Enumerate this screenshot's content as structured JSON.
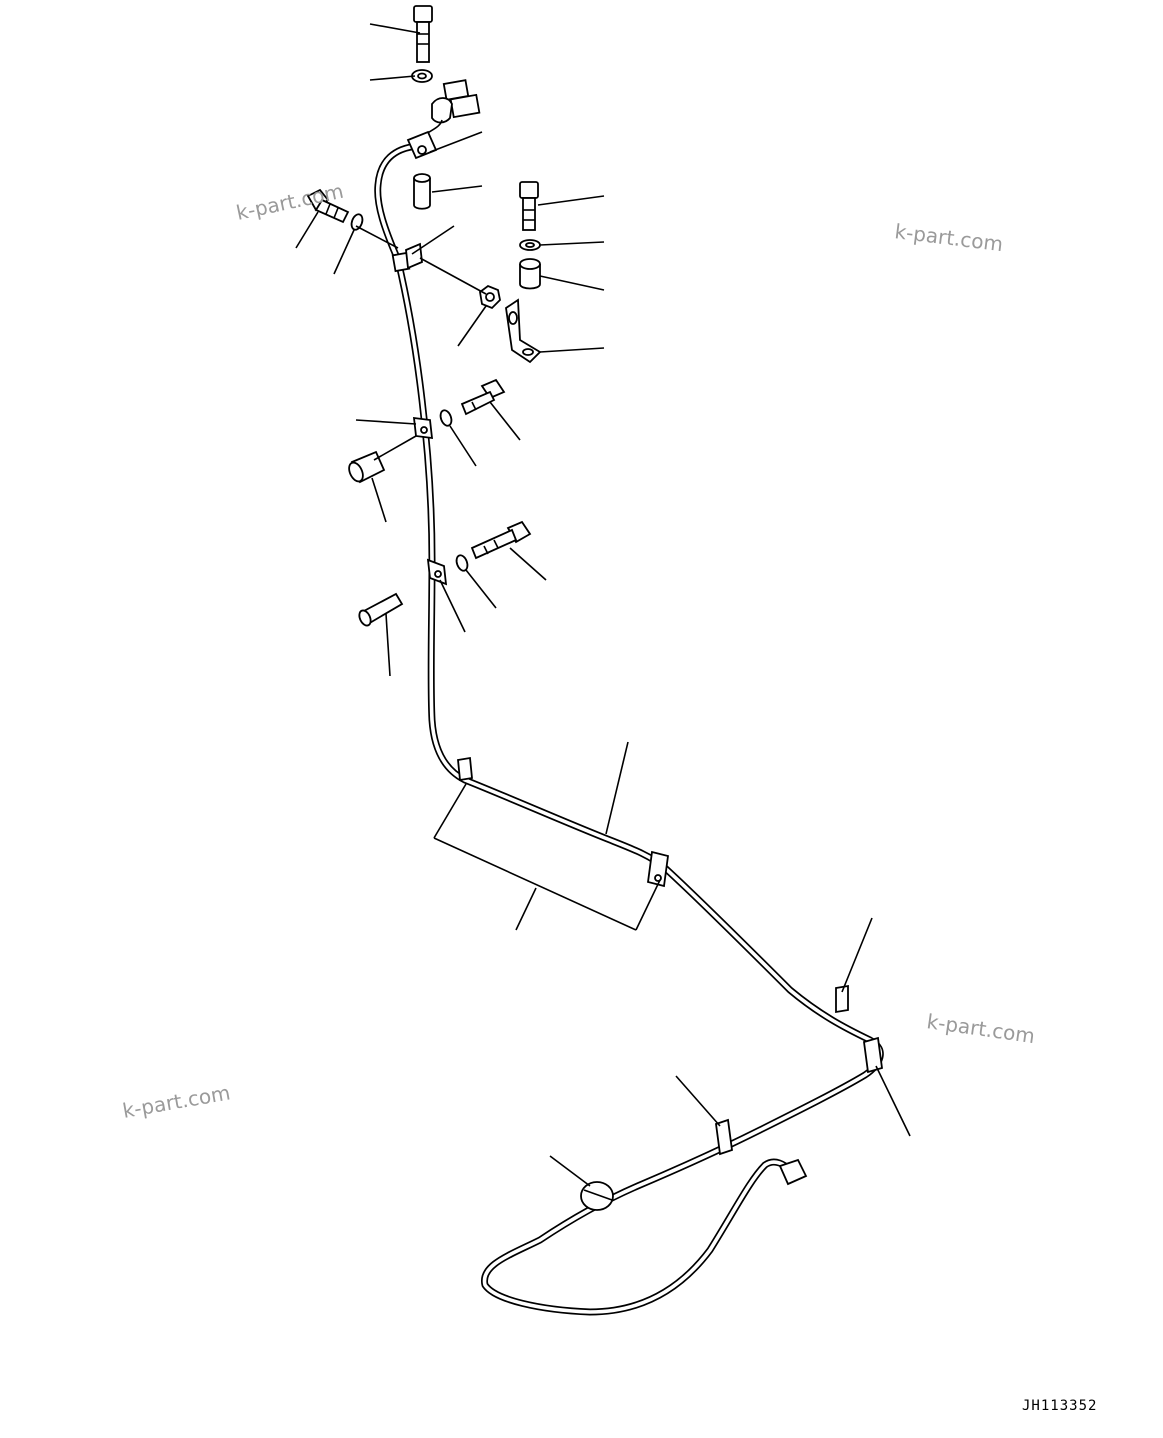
{
  "watermarks": [
    {
      "text": "k-part.com"
    },
    {
      "text": "k-part.com"
    },
    {
      "text": "k-part.com"
    },
    {
      "text": "k-part.com"
    }
  ],
  "drawing_code": "JH113352",
  "parts": {
    "bolt_upper": "bolt",
    "washer_upper": "washer",
    "connector": "connector",
    "spacer_upper": "spacer",
    "bolt_right": "bolt",
    "washer_right": "washer",
    "spacer_right": "spacer",
    "bracket": "bracket",
    "bolt_left": "bolt",
    "washer_left": "washer",
    "nut": "nut",
    "clamp_1": "clamp",
    "clamp_2": "clamp",
    "clamp_3": "clamp",
    "clamp_4": "clamp",
    "clamp_5": "clamp",
    "clamp_6": "clamp",
    "clamp_7": "clamp",
    "clamp_8": "clamp",
    "clamp_9": "clamp",
    "bolt_mid_1": "bolt",
    "washer_mid_1": "washer",
    "spacer_mid_1": "spacer",
    "bolt_mid_2": "bolt",
    "washer_mid_2": "washer",
    "spacer_mid_2": "spacer",
    "band": "band",
    "connector_end": "connector",
    "harness": "wiring harness"
  }
}
